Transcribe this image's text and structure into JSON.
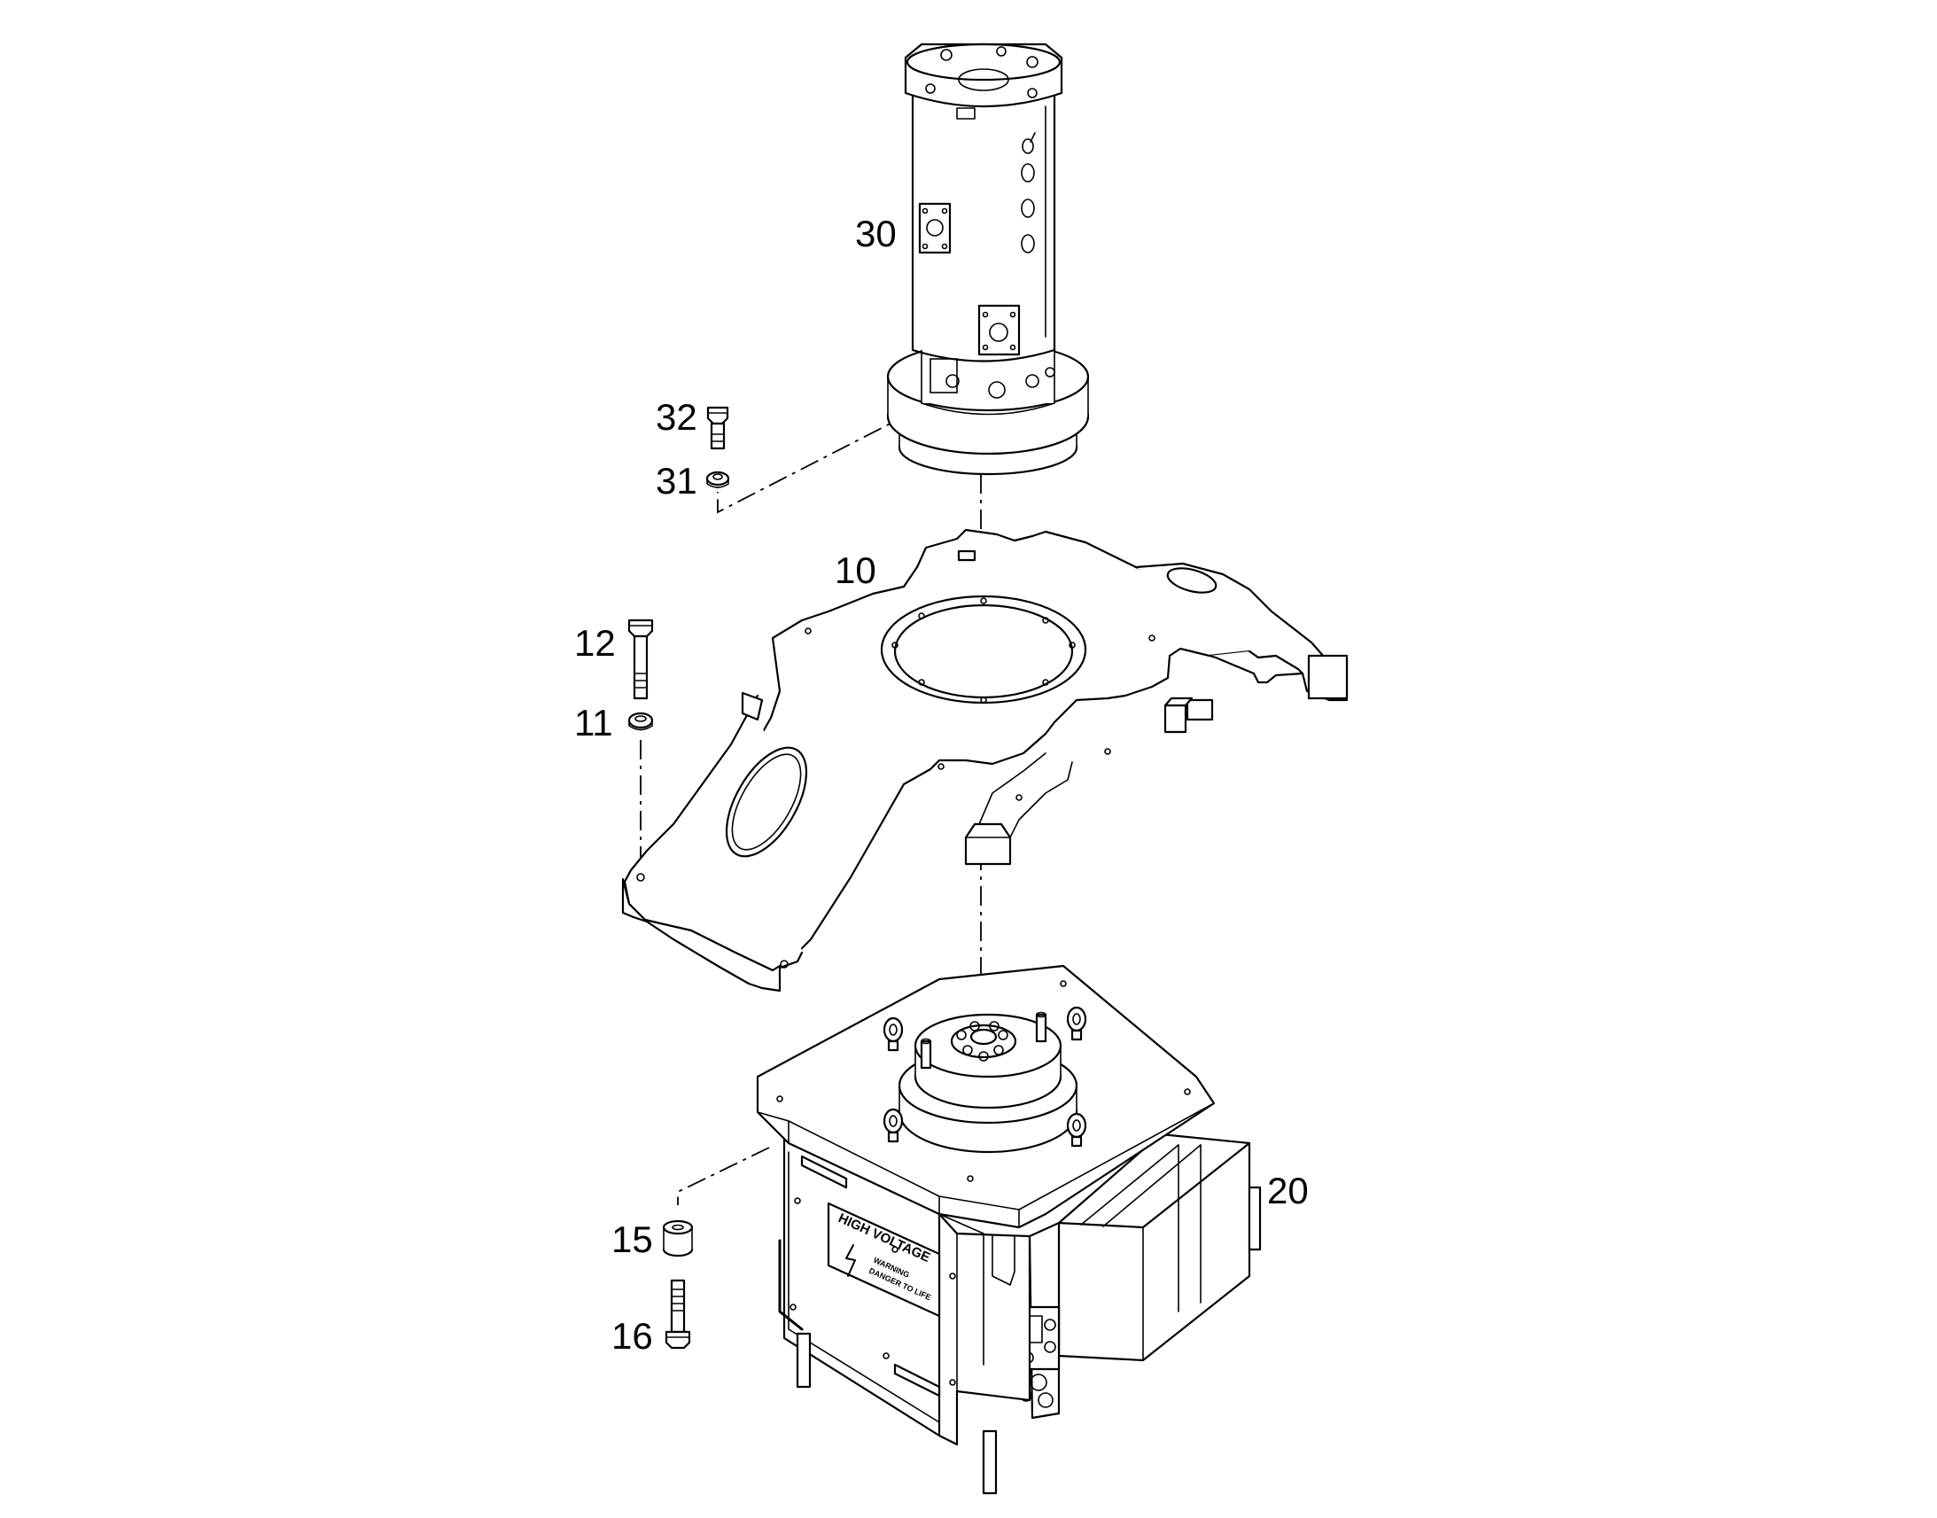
{
  "diagram": {
    "callouts": [
      {
        "id": "30",
        "label": "30",
        "part": "rotary-union-column"
      },
      {
        "id": "32",
        "label": "32",
        "part": "bolt"
      },
      {
        "id": "31",
        "label": "31",
        "part": "washer"
      },
      {
        "id": "10",
        "label": "10",
        "part": "mounting-frame"
      },
      {
        "id": "12",
        "label": "12",
        "part": "bolt"
      },
      {
        "id": "11",
        "label": "11",
        "part": "washer"
      },
      {
        "id": "20",
        "label": "20",
        "part": "slip-ring-housing"
      },
      {
        "id": "15",
        "label": "15",
        "part": "spacer"
      },
      {
        "id": "16",
        "label": "16",
        "part": "bolt"
      }
    ],
    "warning_plate": {
      "title": "HIGH VOLTAGE",
      "line1": "WARNING",
      "line2": "DANGER TO LIFE",
      "icon": "lightning-bolt-icon"
    },
    "colors": {
      "ink": "#000000",
      "paper": "#ffffff"
    }
  }
}
